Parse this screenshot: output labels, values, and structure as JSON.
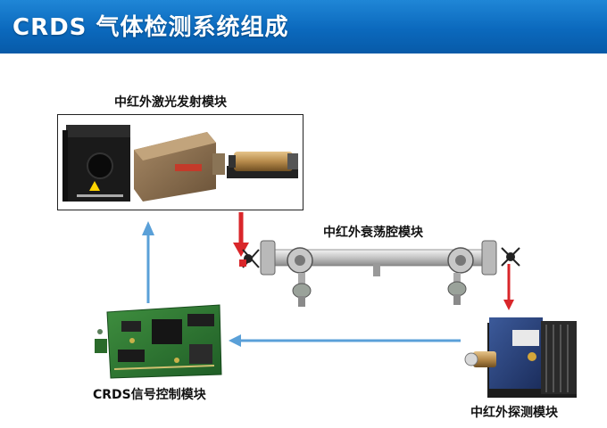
{
  "header": {
    "title": "CRDS 气体检测系统组成",
    "background_color": "#0b69bd"
  },
  "modules": {
    "laser": {
      "label": "中红外激光发射模块"
    },
    "cavity": {
      "label": "中红外衰荡腔模块"
    },
    "detector": {
      "label": "中红外探测模块"
    },
    "control": {
      "label": "CRDS信号控制模块"
    }
  },
  "colors": {
    "flow_arrow": "#5aa0d8",
    "beam_arrow": "#d9262a"
  }
}
